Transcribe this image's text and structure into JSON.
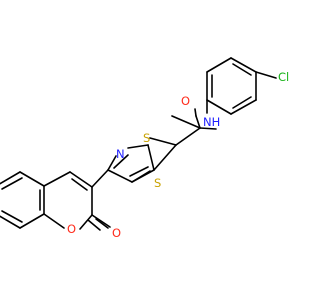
{
  "molecule": {
    "atoms": {
      "cl": {
        "text": "Cl",
        "color": "#18b318"
      },
      "nh": {
        "text": "NH",
        "color": "#2020ff"
      },
      "o_amide": {
        "text": "O",
        "color": "#ff2a1a"
      },
      "s_thioether": {
        "text": "S",
        "color": "#c8a200"
      },
      "n_thiazole": {
        "text": "N",
        "color": "#2020ff"
      },
      "s_thiazole": {
        "text": "S",
        "color": "#c8a200"
      },
      "o_ring": {
        "text": "O",
        "color": "#ff2a1a"
      },
      "o_carbonyl": {
        "text": "O",
        "color": "#ff2a1a"
      }
    }
  }
}
